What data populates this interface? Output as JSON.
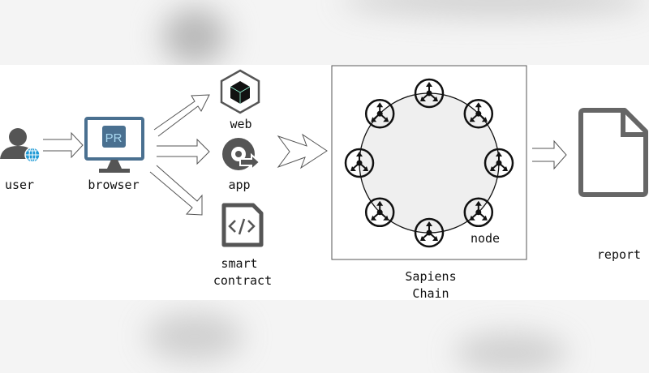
{
  "labels": {
    "user": "user",
    "browser": "browser",
    "browser_badge": "PR",
    "web": "web",
    "app": "app",
    "smart_contract_line1": "smart",
    "smart_contract_line2": "contract",
    "node": "node",
    "chain_line1": "Sapiens",
    "chain_line2": "Chain",
    "report": "report"
  },
  "icons": {
    "user": "user-globe-icon",
    "browser": "monitor-icon",
    "web": "cube-icon",
    "app": "disc-export-icon",
    "smart_contract": "code-file-icon",
    "node": "node-arrows-icon",
    "report": "document-icon"
  },
  "colors": {
    "browser_blue": "#4a7090",
    "icon_gray": "#555555",
    "globe_blue": "#1e9ad6",
    "ring_fill": "#efefef"
  },
  "node_count": 8
}
